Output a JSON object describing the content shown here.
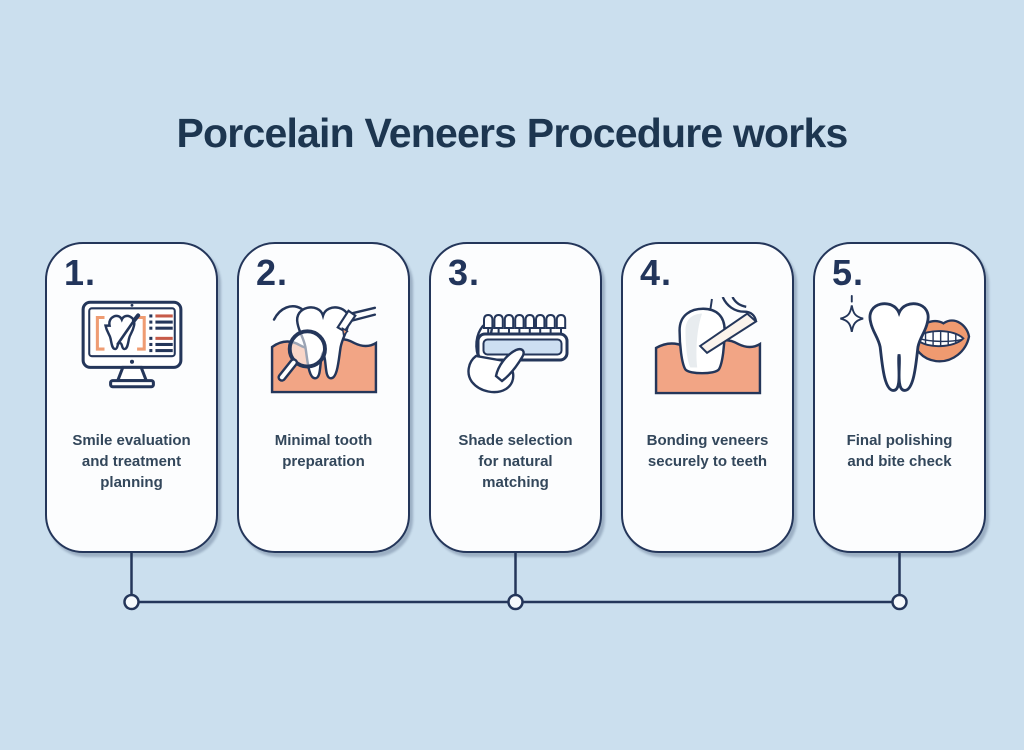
{
  "title": "Porcelain Veneers Procedure works",
  "steps": [
    {
      "number": "1.",
      "icon": "monitor-tooth-scan-icon",
      "label": "Smile evaluation and treatment planning"
    },
    {
      "number": "2.",
      "icon": "tooth-drill-magnifier-icon",
      "label": "Minimal tooth preparation"
    },
    {
      "number": "3.",
      "icon": "shade-guide-hand-icon",
      "label": "Shade selection for natural matching"
    },
    {
      "number": "4.",
      "icon": "veneer-bonding-tweezers-icon",
      "label": "Bonding veneers securely to teeth"
    },
    {
      "number": "5.",
      "icon": "polished-tooth-smile-icon",
      "label": "Final polishing and bite check"
    }
  ],
  "colors": {
    "background": "#cbdfee",
    "card_background": "#fcfdfe",
    "outline_navy": "#24365a",
    "title_navy": "#1d3650",
    "label_slate": "#33475b",
    "gum_salmon": "#f2a585",
    "accent_orange": "#ef9c72",
    "list_highlight_red": "#c75b49",
    "shade_bar_blue": "#cddff2",
    "lips_salmon": "#ef9a70"
  },
  "connector": {
    "node_count": 3,
    "style": "timeline with open circles under steps 1, 3 and 5"
  }
}
